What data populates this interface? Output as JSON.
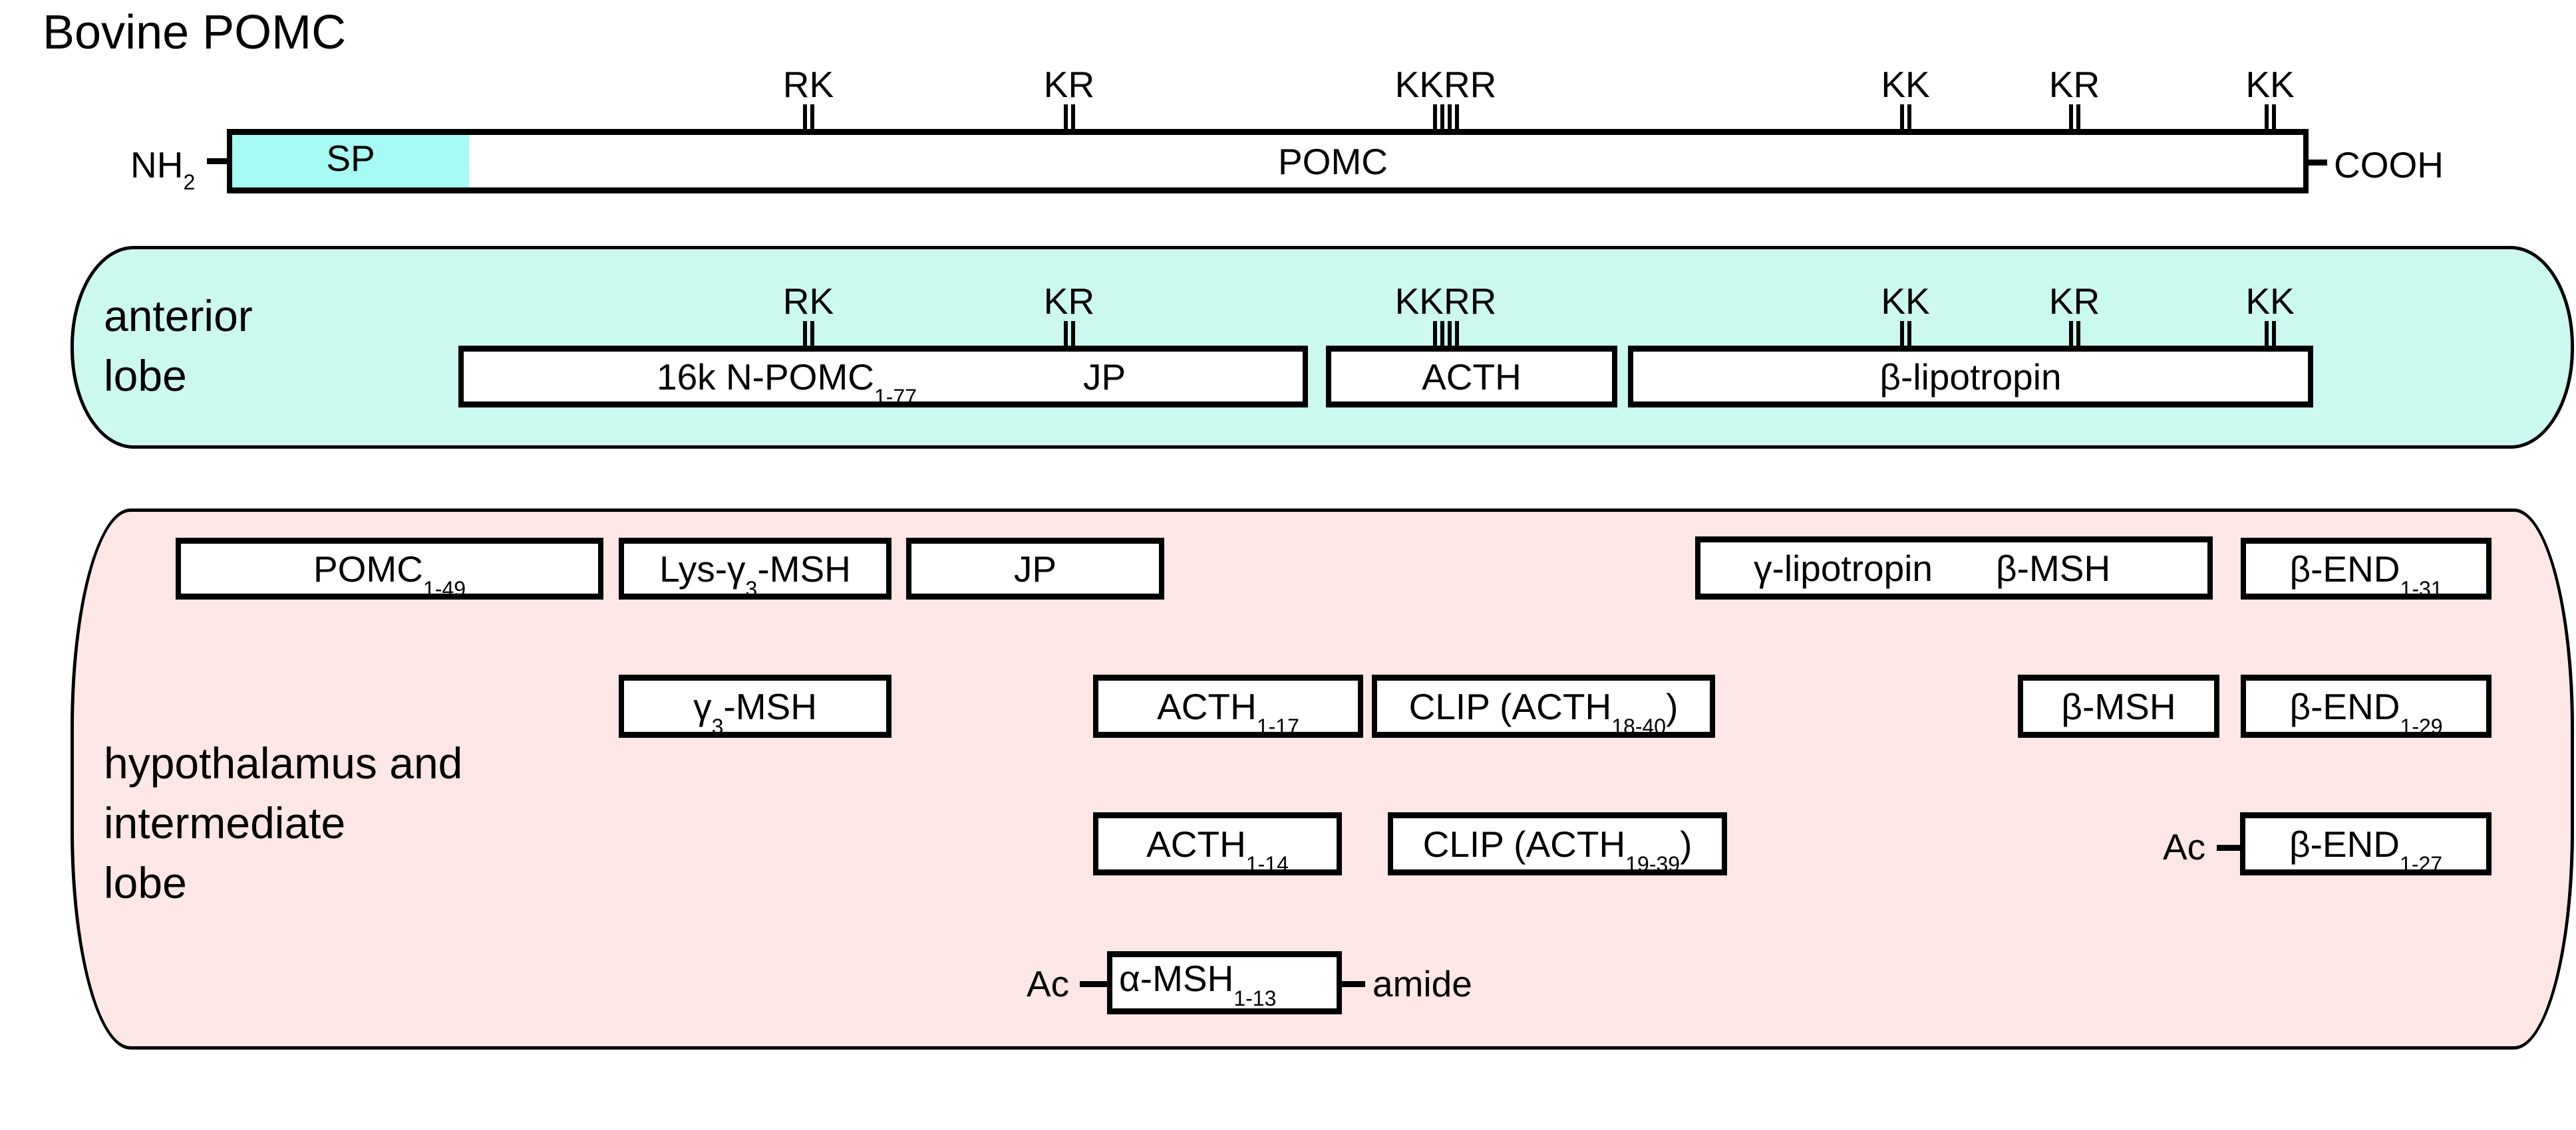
{
  "title": "Bovine POMC",
  "colors": {
    "signal_peptide": "#A6FBF4",
    "anterior_panel": "#CCF9EF",
    "hypothalamus_panel": "#FCE7E6",
    "box": "#FFFFFF",
    "stroke": "#000000"
  },
  "precursor": {
    "n_terminus": {
      "main": "NH",
      "sub": "2"
    },
    "c_terminus": "COOH",
    "signal_peptide_label": "SP",
    "body_label": "POMC",
    "cleavage_sites": [
      {
        "label": "RK",
        "ticks": 2
      },
      {
        "label": "KR",
        "ticks": 2
      },
      {
        "label": "KKRR",
        "ticks": 4
      },
      {
        "label": "KK",
        "ticks": 2
      },
      {
        "label": "KR",
        "ticks": 2
      },
      {
        "label": "KK",
        "ticks": 2
      }
    ]
  },
  "anterior": {
    "label_line1": "anterior",
    "label_line2": "lobe",
    "cleavage_sites": [
      {
        "label": "RK",
        "ticks": 2
      },
      {
        "label": "KR",
        "ticks": 2
      },
      {
        "label": "KKRR",
        "ticks": 4
      },
      {
        "label": "KK",
        "ticks": 2
      },
      {
        "label": "KR",
        "ticks": 2
      },
      {
        "label": "KK",
        "ticks": 2
      }
    ],
    "products": [
      {
        "main": "16k N-POMC",
        "sub": "1-77",
        "extra": "JP"
      },
      {
        "main": "ACTH",
        "sub": ""
      },
      {
        "main": "β-lipotropin",
        "sub": ""
      }
    ]
  },
  "hypothalamus": {
    "label_line1": "hypothalamus and",
    "label_line2": "intermediate",
    "label_line3": "lobe",
    "products": {
      "pomc_1_49": {
        "main": "POMC",
        "sub": "1-49"
      },
      "lys_gamma3_msh": {
        "pre": "Lys-γ",
        "sub": "3",
        "post": "-MSH"
      },
      "jp": {
        "main": "JP"
      },
      "gamma_lipotropin_beta_msh": {
        "main": "γ-lipotropin",
        "extra": "β-MSH"
      },
      "beta_end_1_31": {
        "main": "β-END",
        "sub": "1-31"
      },
      "gamma3_msh": {
        "pre": "γ",
        "sub": "3",
        "post": "-MSH"
      },
      "acth_1_17": {
        "main": "ACTH",
        "sub": "1-17"
      },
      "clip_18_40": {
        "pre": "CLIP (ACTH",
        "sub": "18-40",
        "post": ")"
      },
      "beta_msh": {
        "main": "β-MSH"
      },
      "beta_end_1_29": {
        "main": "β-END",
        "sub": "1-29"
      },
      "acth_1_14": {
        "main": "ACTH",
        "sub": "1-14"
      },
      "clip_19_39": {
        "pre": "CLIP (ACTH",
        "sub": "19-39",
        "post": ")"
      },
      "beta_end_1_27": {
        "main": "β-END",
        "sub": "1-27",
        "n_mod": "Ac"
      },
      "alpha_msh": {
        "main": "α-MSH",
        "sub": "1-13",
        "n_mod": "Ac",
        "c_mod": "amide"
      }
    }
  }
}
